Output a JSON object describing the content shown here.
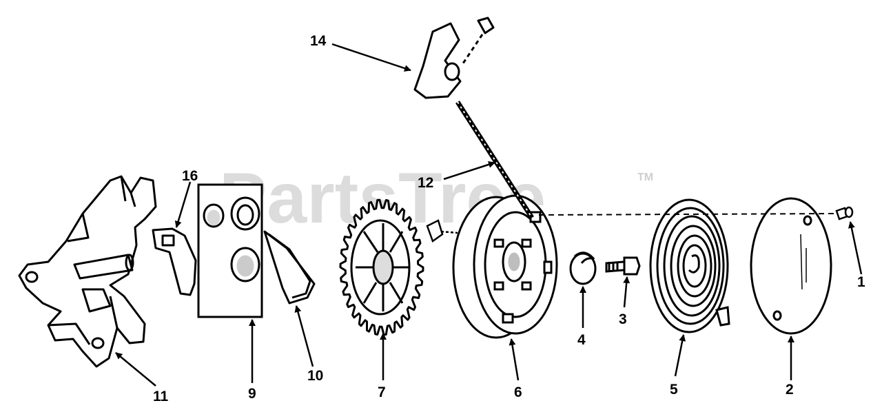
{
  "watermark": {
    "text": "PartsTree",
    "trademark": "TM"
  },
  "callouts": [
    {
      "id": "1",
      "label": "1"
    },
    {
      "id": "2",
      "label": "2"
    },
    {
      "id": "3",
      "label": "3"
    },
    {
      "id": "4",
      "label": "4"
    },
    {
      "id": "5",
      "label": "5"
    },
    {
      "id": "6",
      "label": "6"
    },
    {
      "id": "7",
      "label": "7"
    },
    {
      "id": "9",
      "label": "9"
    },
    {
      "id": "10",
      "label": "10"
    },
    {
      "id": "11",
      "label": "11"
    },
    {
      "id": "12",
      "label": "12"
    },
    {
      "id": "14",
      "label": "14"
    },
    {
      "id": "16",
      "label": "16"
    }
  ],
  "colors": {
    "ink": "#000000",
    "watermark": "#d9d9d9",
    "background": "#ffffff"
  }
}
